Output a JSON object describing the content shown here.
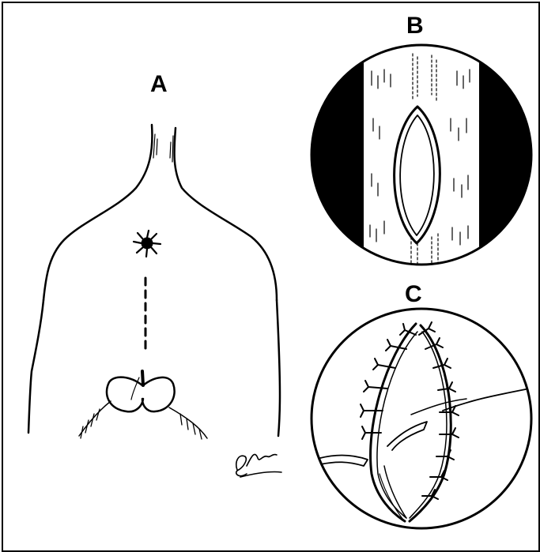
{
  "figure": {
    "panel_a": {
      "label": "A"
    },
    "panel_b": {
      "label": "B"
    },
    "panel_c": {
      "label": "C"
    },
    "colors": {
      "ink": "#000000",
      "paper": "#ffffff"
    }
  }
}
